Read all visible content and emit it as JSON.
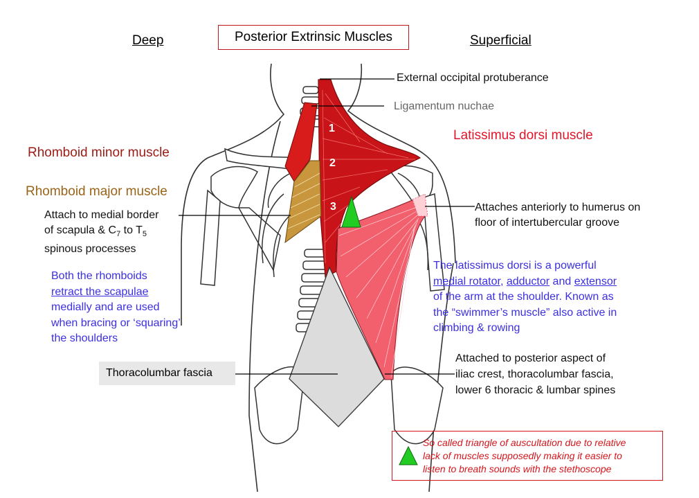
{
  "title": "Posterior Extrinsic Muscles",
  "headers": {
    "deep": "Deep",
    "superficial": "Superficial"
  },
  "labels": {
    "external_occipital": "External occipital protuberance",
    "ligamentum_nuchae": "Ligamentum nuchae",
    "latissimus": "Latissimus dorsi muscle",
    "rhomboid_minor": "Rhomboid minor muscle",
    "rhomboid_major": "Rhomboid major muscle",
    "thoracolumbar": "Thoracolumbar fascia"
  },
  "rhomboid_attach": {
    "line1": "Attach to medial border",
    "line2_pre": "of scapula & C",
    "line2_sub1": "7",
    "line2_mid": " to T",
    "line2_sub2": "5",
    "line3": "spinous processes"
  },
  "rhomboid_action": {
    "line1": "Both the rhomboids",
    "line2": "retract the scapulae",
    "line3": "medially and are used",
    "line4": "when bracing or ‘squaring’",
    "line5": "the shoulders"
  },
  "humerus_attach": {
    "line1": "Attaches anteriorly to humerus on",
    "line2": "floor of intertubercular  groove"
  },
  "lat_action": {
    "line1": "The latissimus dorsi is a powerful",
    "line2_a": "medial rotator",
    "line2_b": ", ",
    "line2_c": "adductor",
    "line2_d": " and ",
    "line2_e": "extensor",
    "line3": "of the arm at the shoulder. Known as",
    "line4": "the “swimmer’s muscle” also active in",
    "line5": "climbing & rowing"
  },
  "lat_attach": {
    "line1": "Attached to posterior aspect of",
    "line2": "iliac crest, thoracolumbar fascia,",
    "line3": "lower 6 thoracic & lumbar spines"
  },
  "trapezius_parts": [
    "1",
    "2",
    "3"
  ],
  "note": {
    "line1": "So called triangle of auscultation due to relative",
    "line2": "lack of muscles supposedly making it easier to",
    "line3": "listen to breath sounds with the stethoscope"
  },
  "colors": {
    "trapezius": "#c81418",
    "latissimus": "#f2606e",
    "rhomboid_major": "#c8963c",
    "fascia": "#dcdcdc",
    "triangle": "#22cc22",
    "accent_red": "#d4161c",
    "blue_text": "#3b2fe0"
  }
}
